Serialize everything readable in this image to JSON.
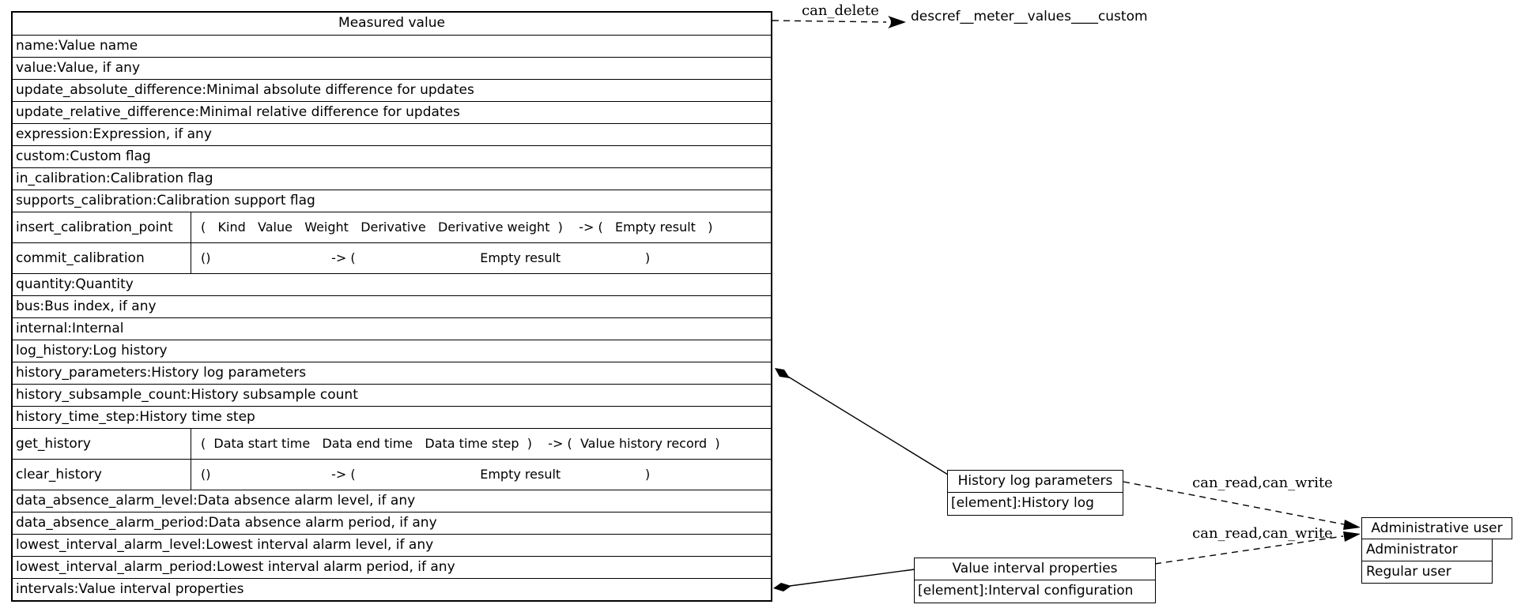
{
  "diagram": {
    "main_table": {
      "title": "Measured value",
      "rows": [
        {
          "type": "field",
          "label": "name:Value name"
        },
        {
          "type": "field",
          "label": "value:Value, if any"
        },
        {
          "type": "field",
          "label": "update_absolute_difference:Minimal absolute difference for updates"
        },
        {
          "type": "field",
          "label": "update_relative_difference:Minimal relative difference for updates"
        },
        {
          "type": "field",
          "label": "expression:Expression, if any"
        },
        {
          "type": "field",
          "label": "custom:Custom flag"
        },
        {
          "type": "field",
          "label": "in_calibration:Calibration flag"
        },
        {
          "type": "field",
          "label": "supports_calibration:Calibration support flag"
        },
        {
          "type": "method",
          "name": "insert_calibration_point",
          "signature": "(   Kind   Value   Weight   Derivative   Derivative weight  )    -> (   Empty result   )"
        },
        {
          "type": "method",
          "name": "commit_calibration",
          "signature": "()                              -> (                               Empty result                     )"
        },
        {
          "type": "field",
          "label": "quantity:Quantity"
        },
        {
          "type": "field",
          "label": "bus:Bus index, if any"
        },
        {
          "type": "field",
          "label": "internal:Internal"
        },
        {
          "type": "field",
          "label": "log_history:Log history"
        },
        {
          "type": "field",
          "label": "history_parameters:History log parameters"
        },
        {
          "type": "field",
          "label": "history_subsample_count:History subsample count"
        },
        {
          "type": "field",
          "label": "history_time_step:History time step"
        },
        {
          "type": "method",
          "name": "get_history",
          "signature": "(  Data start time   Data end time   Data time step  )    -> (  Value history record  )"
        },
        {
          "type": "method",
          "name": "clear_history",
          "signature": "()                              -> (                               Empty result                     )"
        },
        {
          "type": "field",
          "label": "data_absence_alarm_level:Data absence alarm level, if any"
        },
        {
          "type": "field",
          "label": "data_absence_alarm_period:Data absence alarm period, if any"
        },
        {
          "type": "field",
          "label": "lowest_interval_alarm_level:Lowest interval alarm level, if any"
        },
        {
          "type": "field",
          "label": "lowest_interval_alarm_period:Lowest interval alarm period, if any"
        },
        {
          "type": "field",
          "label": "intervals:Value interval properties"
        }
      ]
    },
    "edges": {
      "can_delete_label": "can_delete",
      "can_delete_target": "descref__meter__values____custom",
      "history_permission_label": "can_read,can_write",
      "intervals_permission_label": "can_read,can_write"
    },
    "boxes": {
      "history": {
        "title": "History log parameters",
        "row": "[element]:History log"
      },
      "intervals": {
        "title": "Value interval properties",
        "row": "[element]:Interval configuration"
      },
      "admin_user": {
        "title": "Administrative user",
        "rows": [
          "Administrator",
          "Regular user"
        ]
      }
    },
    "colors": {
      "line": "#000000",
      "background": "#ffffff",
      "text": "#000000"
    }
  }
}
